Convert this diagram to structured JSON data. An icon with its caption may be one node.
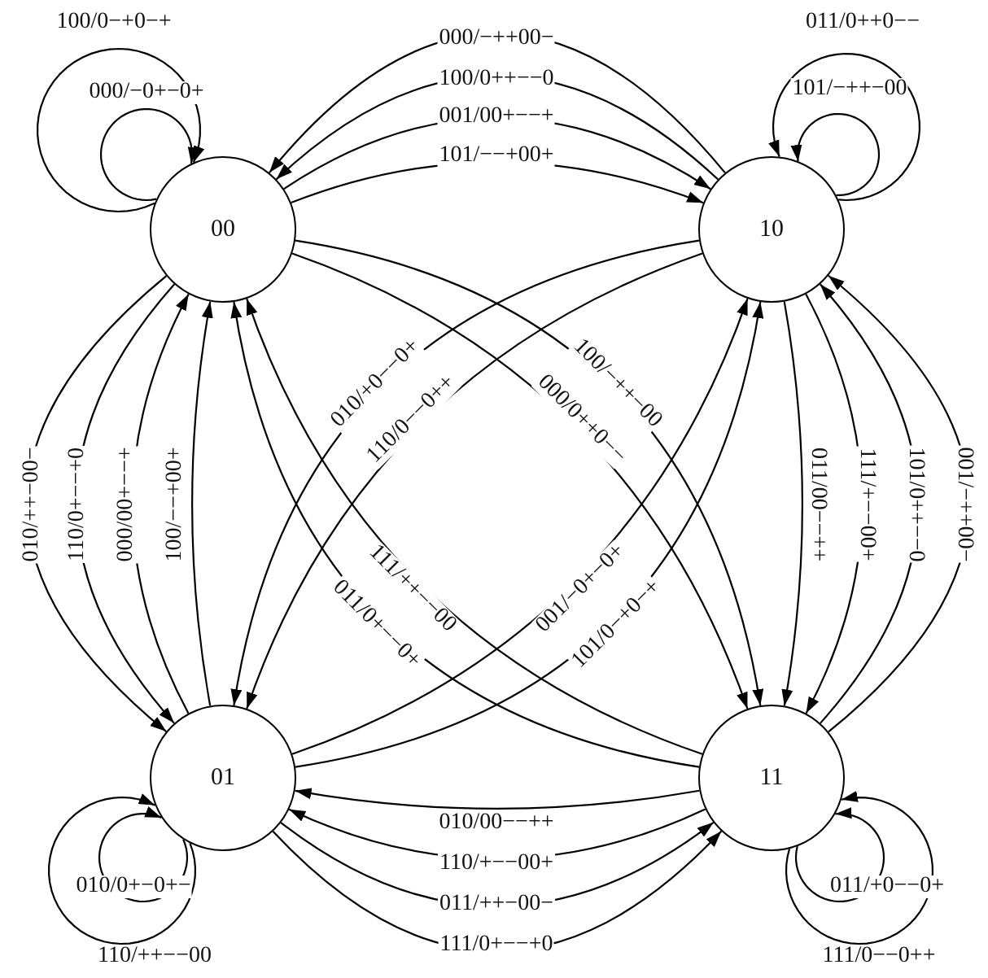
{
  "diagram": {
    "nodes": [
      {
        "text": [
          "00"
        ]
      },
      {
        "text": [
          "10"
        ]
      },
      {
        "text": [
          "01"
        ]
      },
      {
        "text": [
          "11"
        ]
      }
    ],
    "edges": [
      {
        "from": 0,
        "to": 0,
        "arrow": "to",
        "label": "100/0−+0−+"
      },
      {
        "from": 0,
        "to": 0,
        "arrow": "to",
        "label": "000/−0+−0+"
      },
      {
        "from": 1,
        "to": 0,
        "arrow": "to",
        "label": "000/−++00−"
      },
      {
        "from": 1,
        "to": 0,
        "arrow": "to",
        "label": "100/0++−−0"
      },
      {
        "from": 0,
        "to": 1,
        "arrow": "to",
        "label": "001/00+−−+"
      },
      {
        "from": 0,
        "to": 1,
        "arrow": "to",
        "label": "101/−−+00+"
      },
      {
        "from": 1,
        "to": 1,
        "arrow": "to",
        "label": "011/0++0−−"
      },
      {
        "from": 1,
        "to": 1,
        "arrow": "to",
        "label": "101/−++−00"
      },
      {
        "from": 0,
        "to": 2,
        "arrow": "to",
        "label": "010/++−00−"
      },
      {
        "from": 0,
        "to": 2,
        "arrow": "to",
        "label": "110/0+−−+0"
      },
      {
        "from": 2,
        "to": 0,
        "arrow": "to",
        "label": "000/00+−−+"
      },
      {
        "from": 2,
        "to": 0,
        "arrow": "to",
        "label": "100/−−+00+"
      },
      {
        "from": 1,
        "to": 2,
        "arrow": "to",
        "label": "010/+0−−0+"
      },
      {
        "from": 1,
        "to": 2,
        "arrow": "to",
        "label": "110/0−−0++"
      },
      {
        "from": 0,
        "to": 3,
        "arrow": "to",
        "label": "100/−++−00"
      },
      {
        "from": 0,
        "to": 3,
        "arrow": "to",
        "label": "000/0++0−−"
      },
      {
        "from": 3,
        "to": 0,
        "arrow": "to",
        "label": "111/++−−00"
      },
      {
        "from": 3,
        "to": 0,
        "arrow": "to",
        "label": "011/0+−−0+"
      },
      {
        "from": 2,
        "to": 1,
        "arrow": "to",
        "label": "001/−0+−0+"
      },
      {
        "from": 2,
        "to": 1,
        "arrow": "to",
        "label": "101/0−+0−+"
      },
      {
        "from": 1,
        "to": 3,
        "arrow": "to",
        "label": "011/00−−++"
      },
      {
        "from": 1,
        "to": 3,
        "arrow": "to",
        "label": "111/+−−00+"
      },
      {
        "from": 3,
        "to": 1,
        "arrow": "to",
        "label": "101/0++−−0"
      },
      {
        "from": 3,
        "to": 1,
        "arrow": "to",
        "label": "001/−++00−"
      },
      {
        "from": 3,
        "to": 2,
        "arrow": "to",
        "label": "010/00−−++"
      },
      {
        "from": 3,
        "to": 2,
        "arrow": "to",
        "label": "110/+−−00+"
      },
      {
        "from": 2,
        "to": 3,
        "arrow": "to",
        "label": "011/++−00−"
      },
      {
        "from": 2,
        "to": 3,
        "arrow": "to",
        "label": "111/0+−−+0"
      },
      {
        "from": 2,
        "to": 2,
        "arrow": "to",
        "label": "010/0+−0+−"
      },
      {
        "from": 2,
        "to": 2,
        "arrow": "to",
        "label": "110/++−−00"
      },
      {
        "from": 3,
        "to": 3,
        "arrow": "to",
        "label": "011/+0−−0+"
      },
      {
        "from": 3,
        "to": 3,
        "arrow": "to",
        "label": "111/0−−0++"
      }
    ]
  }
}
